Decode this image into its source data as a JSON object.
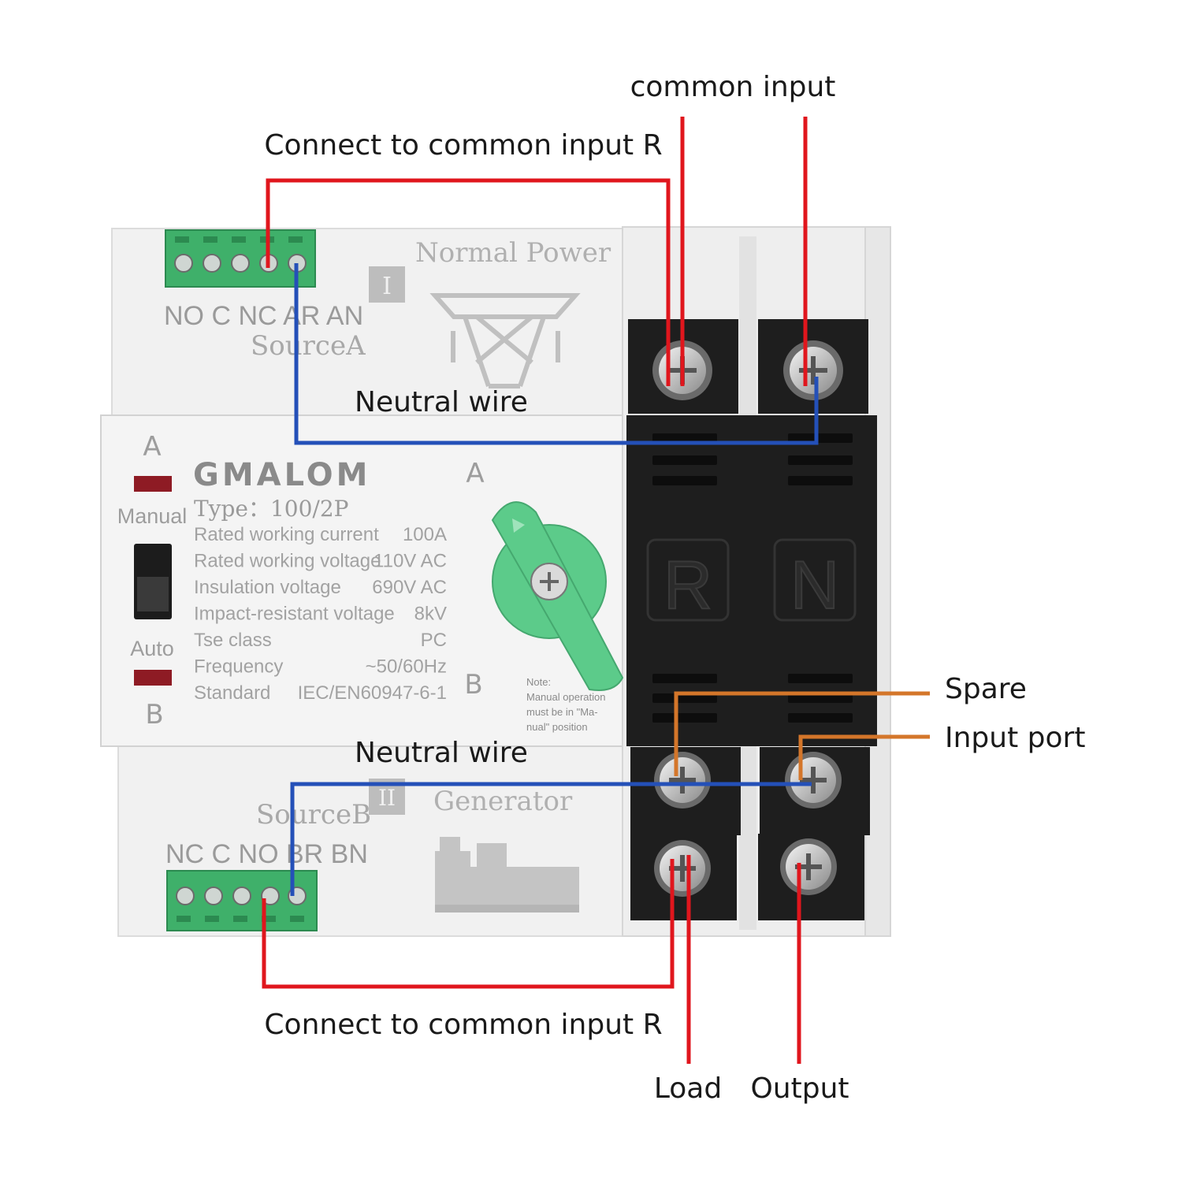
{
  "captions": {
    "common_input": "common input",
    "connect_top": "Connect to common input R",
    "neutral_top": "Neutral wire",
    "neutral_bottom": "Neutral wire",
    "spare": "Spare",
    "input_port": "Input port",
    "connect_bottom": "Connect to common input R",
    "load": "Load",
    "output": "Output"
  },
  "source_a": {
    "pins": "NO C NC AR AN",
    "name": "SourceA",
    "symbol": "I",
    "power_label": "Normal Power"
  },
  "source_b": {
    "pins": "NC C NO BR BN",
    "name": "SourceB",
    "symbol": "II",
    "power_label": "Generator"
  },
  "panel": {
    "label_a_left": "A",
    "label_b_left": "B",
    "manual": "Manual",
    "auto": "Auto",
    "brand": "GMALOM",
    "type": "Type：100/2P",
    "specs": [
      {
        "name": "Rated working current",
        "value": "100A"
      },
      {
        "name": "Rated working voltage",
        "value": "110V AC"
      },
      {
        "name": "Insulation voltage",
        "value": "690V AC"
      },
      {
        "name": "Impact-resistant voltage",
        "value": "8kV"
      },
      {
        "name": "Tse class",
        "value": "PC"
      },
      {
        "name": "Frequency",
        "value": "~50/60Hz"
      },
      {
        "name": "Standard",
        "value": "IEC/EN60947-6-1"
      }
    ],
    "switch_a": "A",
    "switch_b": "B",
    "note": [
      "Note:",
      "Manual operation",
      "must be in \"Ma-",
      "nual\" position"
    ]
  },
  "terminal_labels": {
    "r": "R",
    "n": "N"
  },
  "colors": {
    "red_wire": "#e0161d",
    "blue_wire": "#2450b8",
    "orange_wire": "#d4762a",
    "green_terminal": "#3fb06a",
    "knob_green": "#5ccb8a",
    "black_block": "#1e1e1e",
    "body_white": "#f1f1f1"
  }
}
